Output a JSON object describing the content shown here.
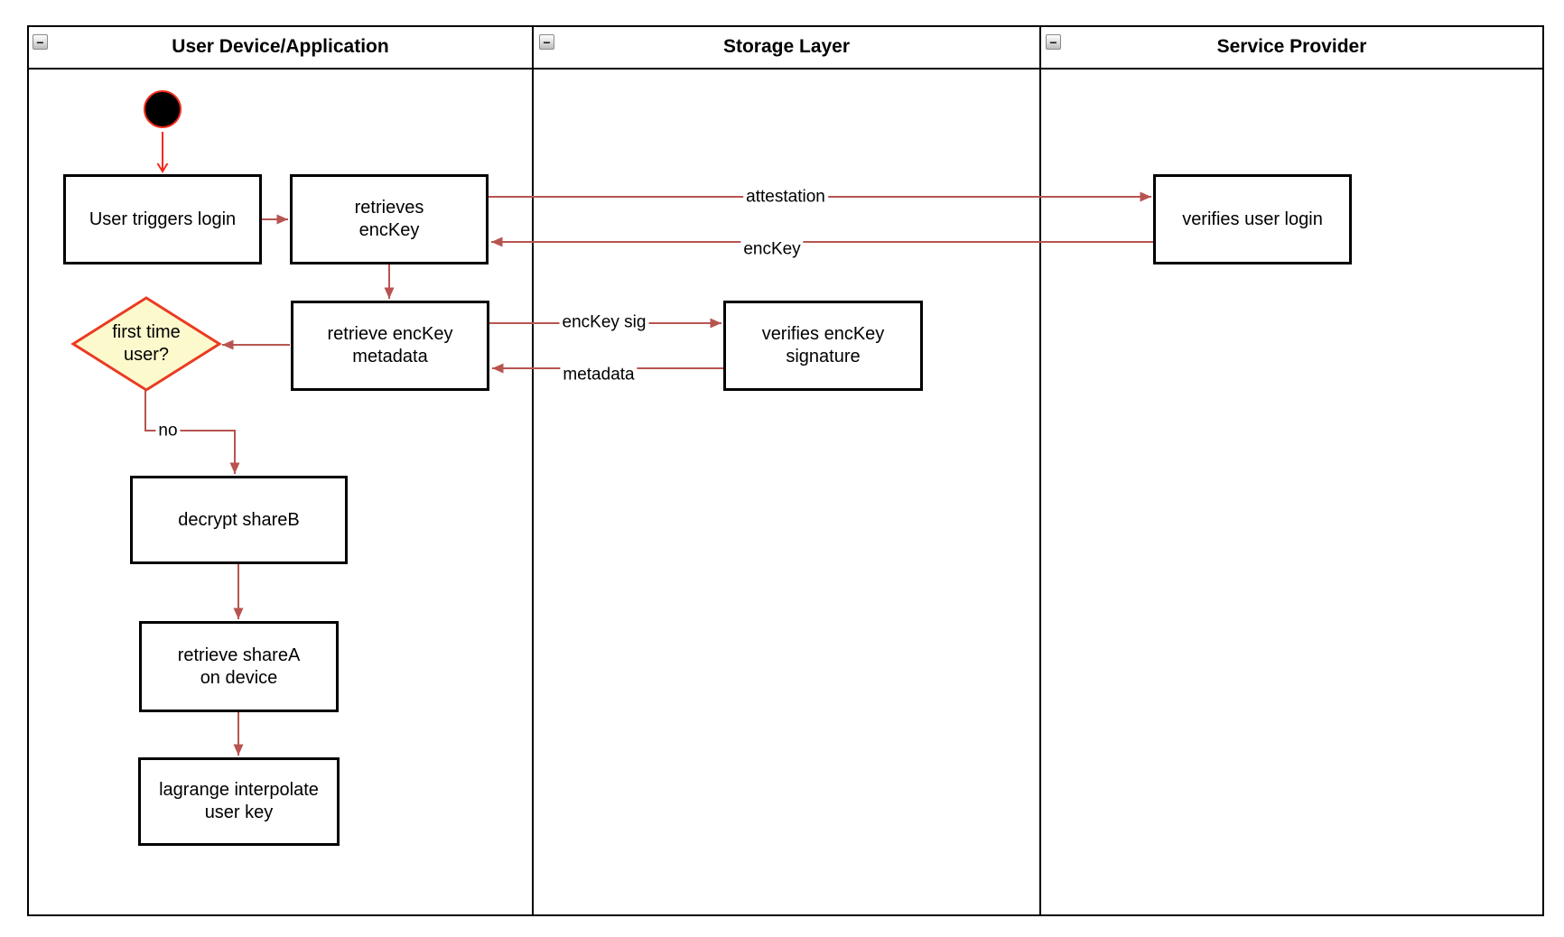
{
  "diagram": {
    "type": "swimlane-activity-diagram",
    "collapse_glyph": "−",
    "lanes": [
      {
        "label": "User Device/Application"
      },
      {
        "label": "Storage Layer"
      },
      {
        "label": "Service Provider"
      }
    ],
    "nodes": {
      "user_triggers_login": "User triggers login",
      "retrieves_enckey": "retrieves\nencKey",
      "verifies_user_login": "verifies user login",
      "retrieve_enckey_metadata": "retrieve encKey\nmetadata",
      "verifies_enckey_signature": "verifies encKey\nsignature",
      "first_time_user": "first time\nuser?",
      "decrypt_shareb": "decrypt shareB",
      "retrieve_sharea": "retrieve shareA\non device",
      "lagrange_interpolate": "lagrange interpolate\nuser key"
    },
    "edge_labels": {
      "attestation": "attestation",
      "enckey": "encKey",
      "enckey_sig": "encKey sig",
      "metadata": "metadata",
      "no": "no"
    },
    "colors": {
      "arrow": "#b85450",
      "start_arrow": "#f5291a",
      "decision_fill": "#fcf9cd",
      "decision_border": "#ea3b22",
      "node_border": "#000000",
      "lane_border": "#000000"
    }
  }
}
